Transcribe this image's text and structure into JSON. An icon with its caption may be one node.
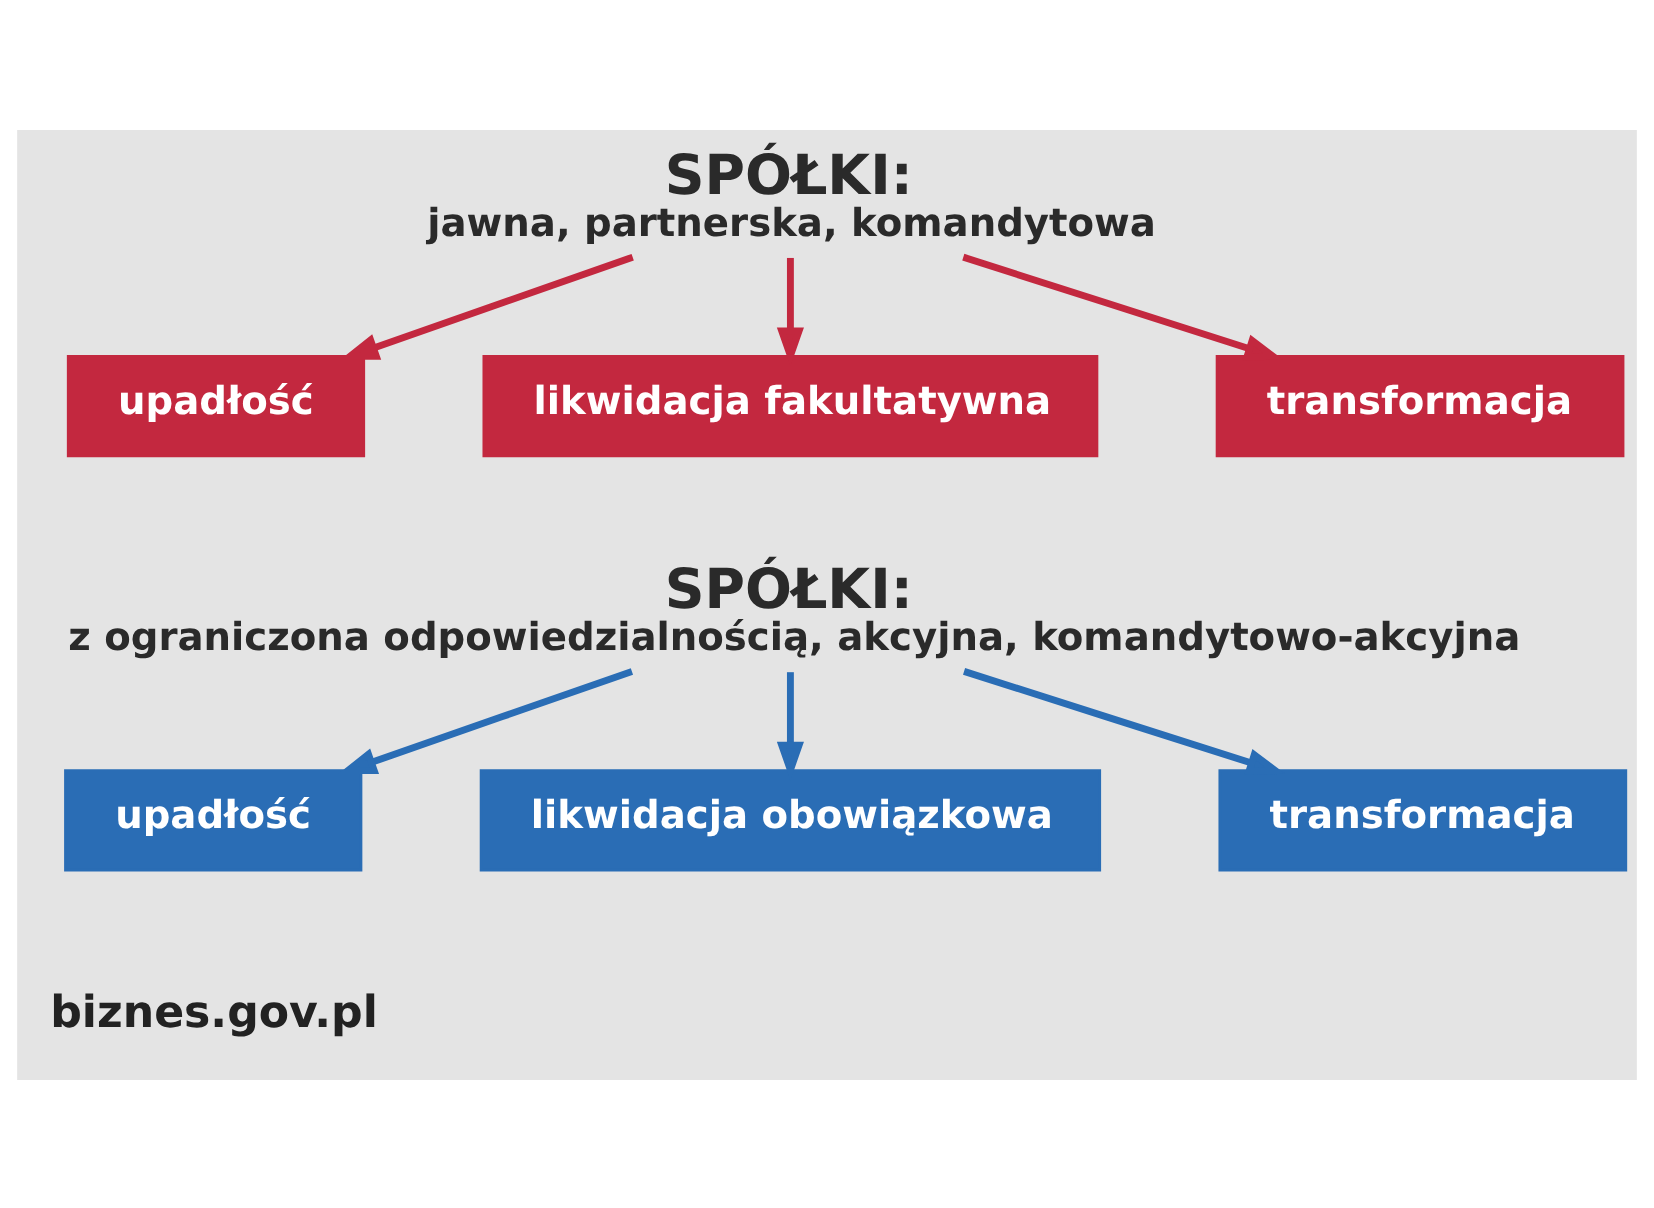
{
  "diagram": {
    "nodes": [
      {
        "text": [
          "SPÓŁKI:",
          "jawna, partnerska, komandytowa"
        ]
      },
      {
        "text": [
          "upadłość"
        ]
      },
      {
        "text": [
          "likwidacja fakultatywna"
        ]
      },
      {
        "text": [
          "transformacja"
        ]
      },
      {
        "text": [
          "SPÓŁKI:",
          "z ograniczona odpowiedzialnością, akcyjna, komandytowo-akcyjna"
        ]
      },
      {
        "text": [
          "upadłość"
        ]
      },
      {
        "text": [
          "likwidacja obowiązkowa"
        ]
      },
      {
        "text": [
          "transformacja"
        ]
      }
    ],
    "edges": [
      {
        "from": 0,
        "to": 1,
        "arrow": "to",
        "color": "#c3283f"
      },
      {
        "from": 0,
        "to": 2,
        "arrow": "to",
        "color": "#c3283f"
      },
      {
        "from": 0,
        "to": 3,
        "arrow": "to",
        "color": "#c3283f"
      },
      {
        "from": 4,
        "to": 5,
        "arrow": "to",
        "color": "#2a6db5"
      },
      {
        "from": 4,
        "to": 6,
        "arrow": "to",
        "color": "#2a6db5"
      },
      {
        "from": 4,
        "to": 7,
        "arrow": "to",
        "color": "#2a6db5"
      }
    ],
    "labels": [
      "biznes.gov.pl"
    ]
  }
}
